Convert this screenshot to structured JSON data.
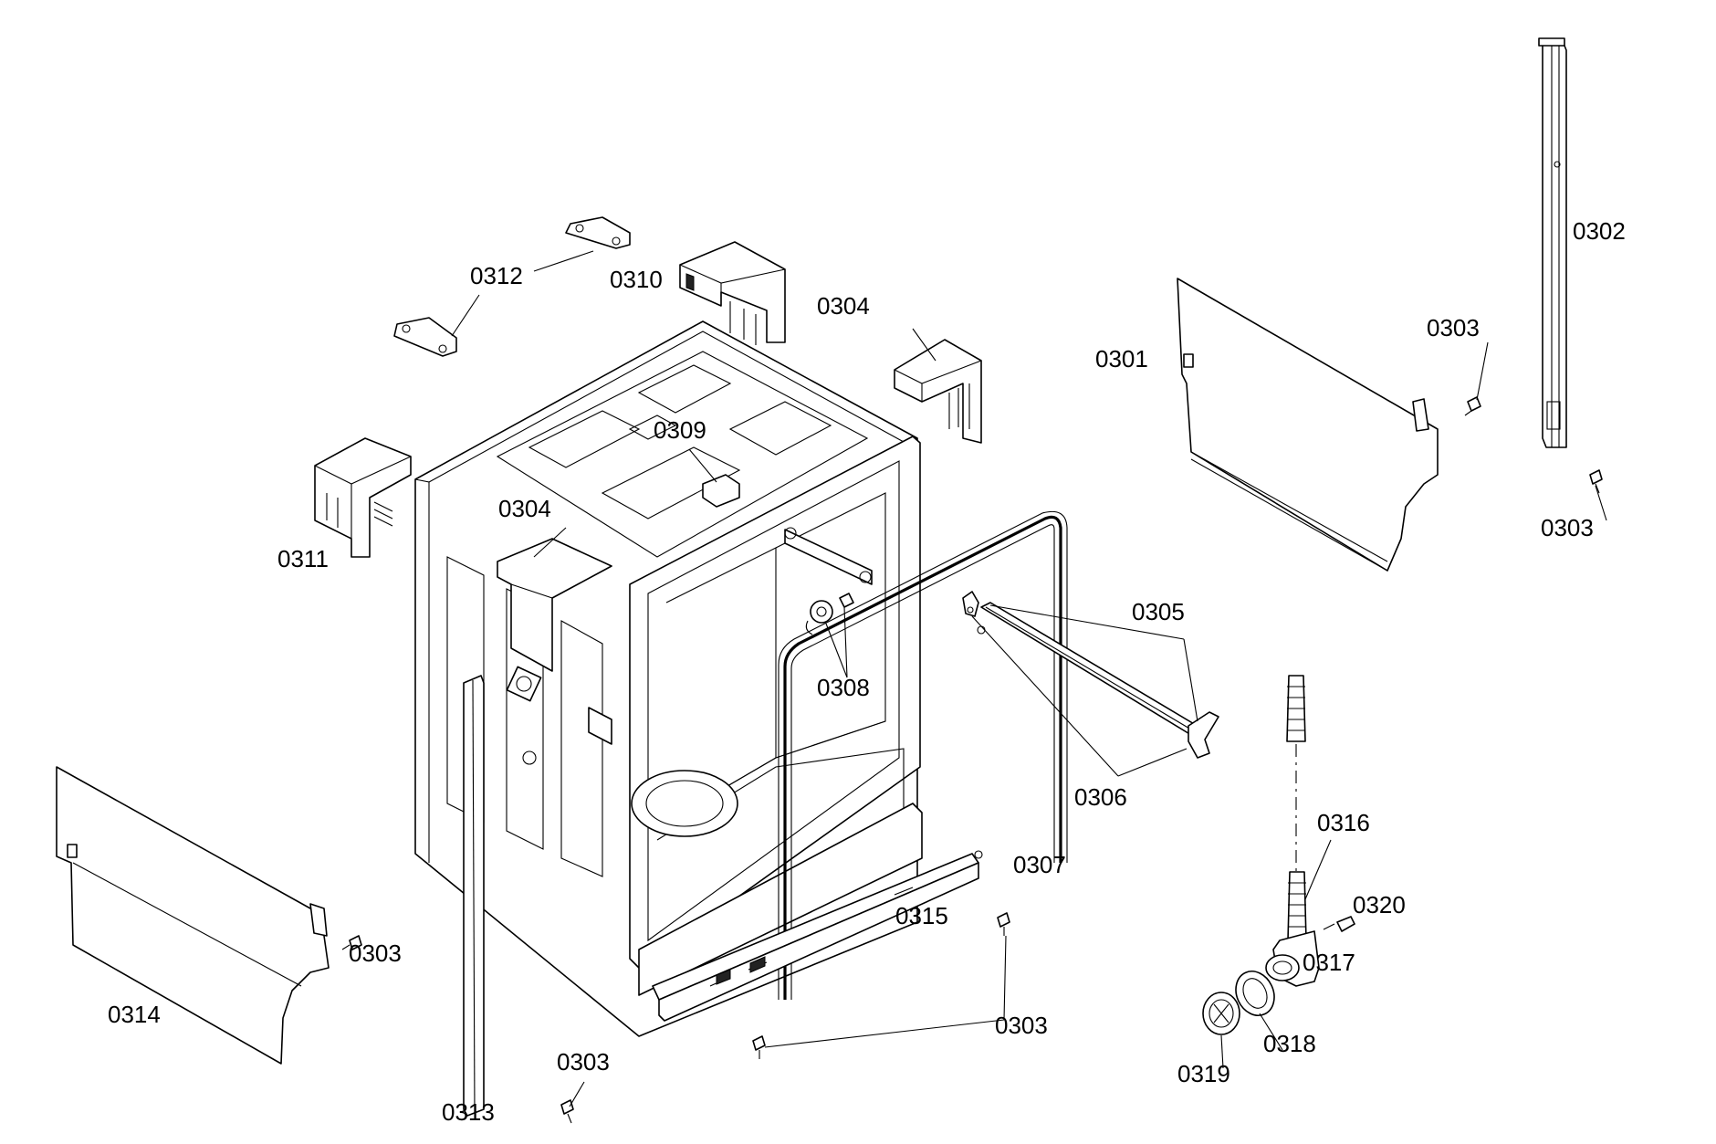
{
  "diagram": {
    "type": "exploded-parts-diagram",
    "callouts": {
      "c0301": "0301",
      "c0302": "0302",
      "c0303": "0303",
      "c0304": "0304",
      "c0305": "0305",
      "c0306": "0306",
      "c0307": "0307",
      "c0308": "0308",
      "c0309": "0309",
      "c0310": "0310",
      "c0311": "0311",
      "c0312": "0312",
      "c0313": "0313",
      "c0314": "0314",
      "c0315": "0315",
      "c0316": "0316",
      "c0317": "0317",
      "c0318": "0318",
      "c0319": "0319",
      "c0320": "0320"
    }
  }
}
